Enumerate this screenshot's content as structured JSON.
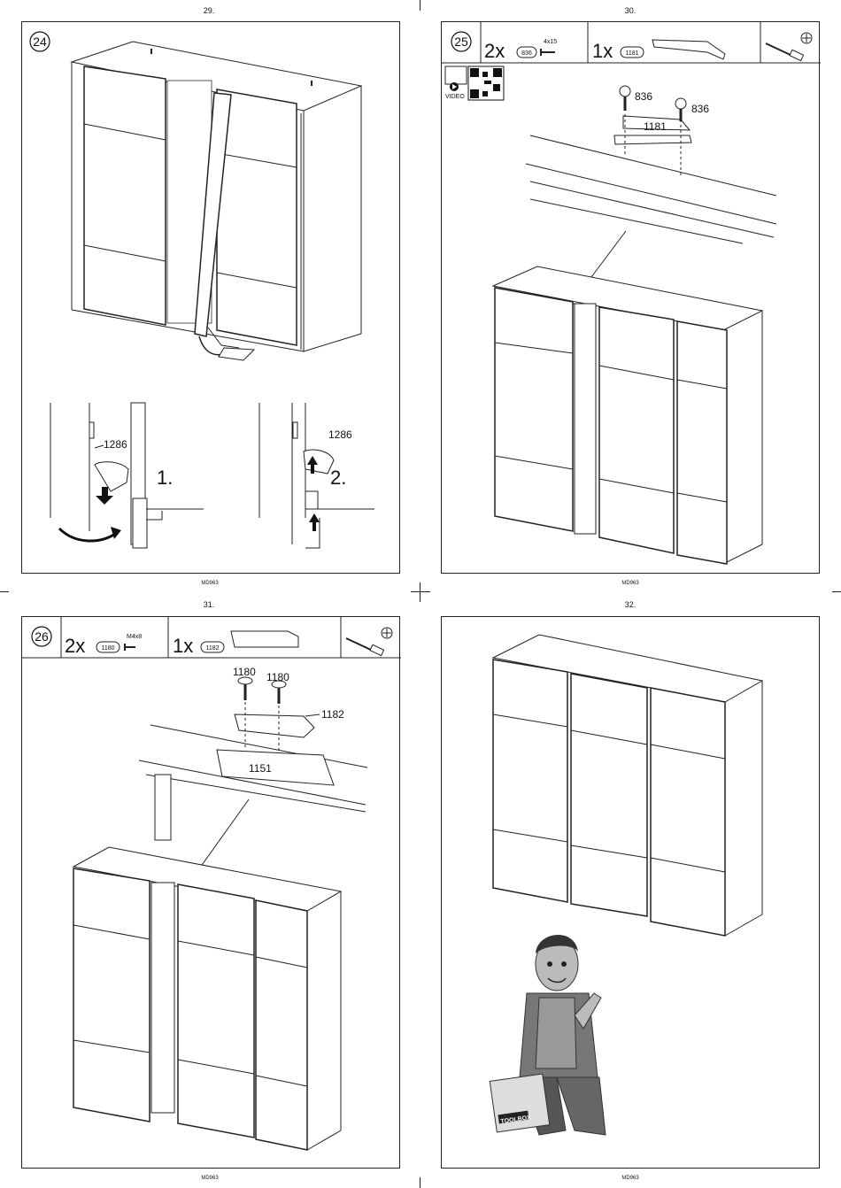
{
  "doc_code": "MD963",
  "pages": [
    {
      "number": "29.",
      "step": "24",
      "labels": {
        "part_left": "1286",
        "part_right": "1286",
        "action_1": "1.",
        "action_2": "2."
      }
    },
    {
      "number": "30.",
      "step": "25",
      "parts": [
        {
          "qty": "2x",
          "id": "836",
          "spec": "4x15"
        },
        {
          "qty": "1x",
          "id": "1181"
        }
      ],
      "video_label": "VIDEO",
      "callouts": {
        "screw_a": "836",
        "screw_b": "836",
        "bracket": "1181"
      }
    },
    {
      "number": "31.",
      "step": "26",
      "parts": [
        {
          "qty": "2x",
          "id": "1180",
          "spec": "M4x8"
        },
        {
          "qty": "1x",
          "id": "1182"
        }
      ],
      "callouts": {
        "screw_a": "1180",
        "screw_b": "1180",
        "plate": "1182",
        "roller": "1151"
      }
    },
    {
      "number": "32.",
      "mascot_toolbox": "TOOLBOX"
    }
  ],
  "icons": [
    "screwdriver-icon",
    "phillips-head-icon",
    "screw-icon",
    "video-play-icon",
    "qr-code",
    "crop-mark"
  ]
}
